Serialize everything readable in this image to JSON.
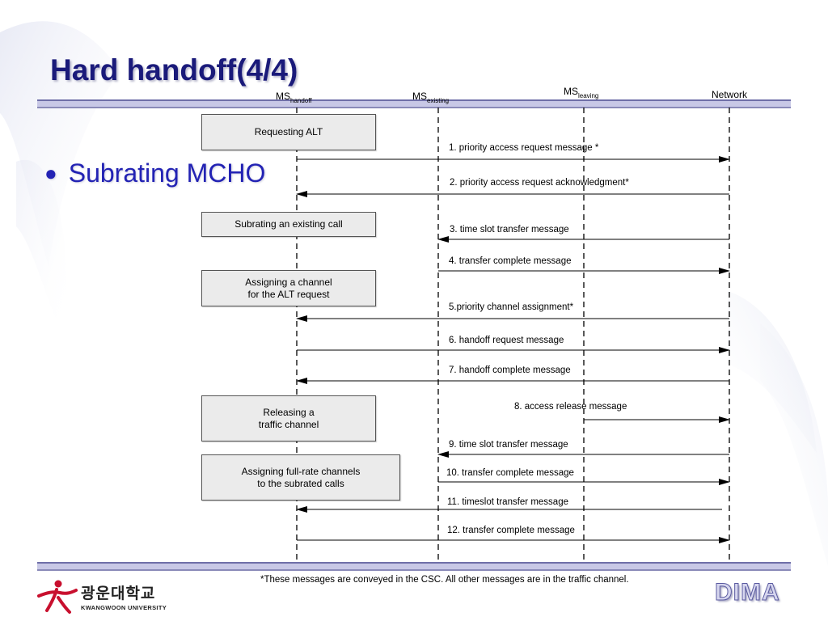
{
  "slide": {
    "title": "Hard handoff(4/4)",
    "bullet": "Subrating MCHO",
    "footnote": "*These messages are conveyed in the CSC. All other messages are in the traffic channel.",
    "brand": "DIMA",
    "logo": {
      "korean_name": "광운대학교",
      "english_name": "KWANGWOON UNIVERSITY"
    }
  },
  "entities": [
    {
      "id": "handoff",
      "base": "MS",
      "sub": "handoff"
    },
    {
      "id": "existing",
      "base": "MS",
      "sub": "existing"
    },
    {
      "id": "leaving",
      "base": "MS",
      "sub": "leaving"
    },
    {
      "id": "network",
      "base": "Network",
      "sub": ""
    }
  ],
  "actions": [
    {
      "label": "Requesting ALT",
      "lifeline": "handoff"
    },
    {
      "label": "Subrating an existing call",
      "lifeline": "handoff"
    },
    {
      "label": "Assigning a channel\nfor the ALT request",
      "lifeline": "handoff"
    },
    {
      "label": "Releasing a\ntraffic channel",
      "lifeline": "handoff"
    },
    {
      "label": "Assigning full-rate channels\nto the subrated calls",
      "lifeline": "handoff"
    }
  ],
  "messages": [
    {
      "label": "1. priority access request message *",
      "from": "handoff",
      "to": "network"
    },
    {
      "label": "2. priority access request acknowledgment*",
      "from": "network",
      "to": "handoff"
    },
    {
      "label": "3. time slot transfer message",
      "from": "network",
      "to": "existing"
    },
    {
      "label": "4. transfer complete message",
      "from": "existing",
      "to": "network"
    },
    {
      "label": "5.priority channel assignment*",
      "from": "network",
      "to": "handoff"
    },
    {
      "label": "6. handoff request message",
      "from": "handoff",
      "to": "network"
    },
    {
      "label": "7. handoff complete message",
      "from": "network",
      "to": "handoff"
    },
    {
      "label": "8. access release message",
      "from": "leaving",
      "to": "network"
    },
    {
      "label": "9. time slot transfer message",
      "from": "network",
      "to": "existing"
    },
    {
      "label": "10. transfer complete message",
      "from": "existing",
      "to": "network"
    },
    {
      "label": "11. timeslot transfer message",
      "from": "network",
      "to": "handoff"
    },
    {
      "label": "12. transfer complete message",
      "from": "handoff",
      "to": "network"
    }
  ],
  "colors": {
    "title": "#1a1a7a",
    "bullet": "#2323b4",
    "band": "#c8c8e6",
    "box_fill": "#ebebeb"
  }
}
